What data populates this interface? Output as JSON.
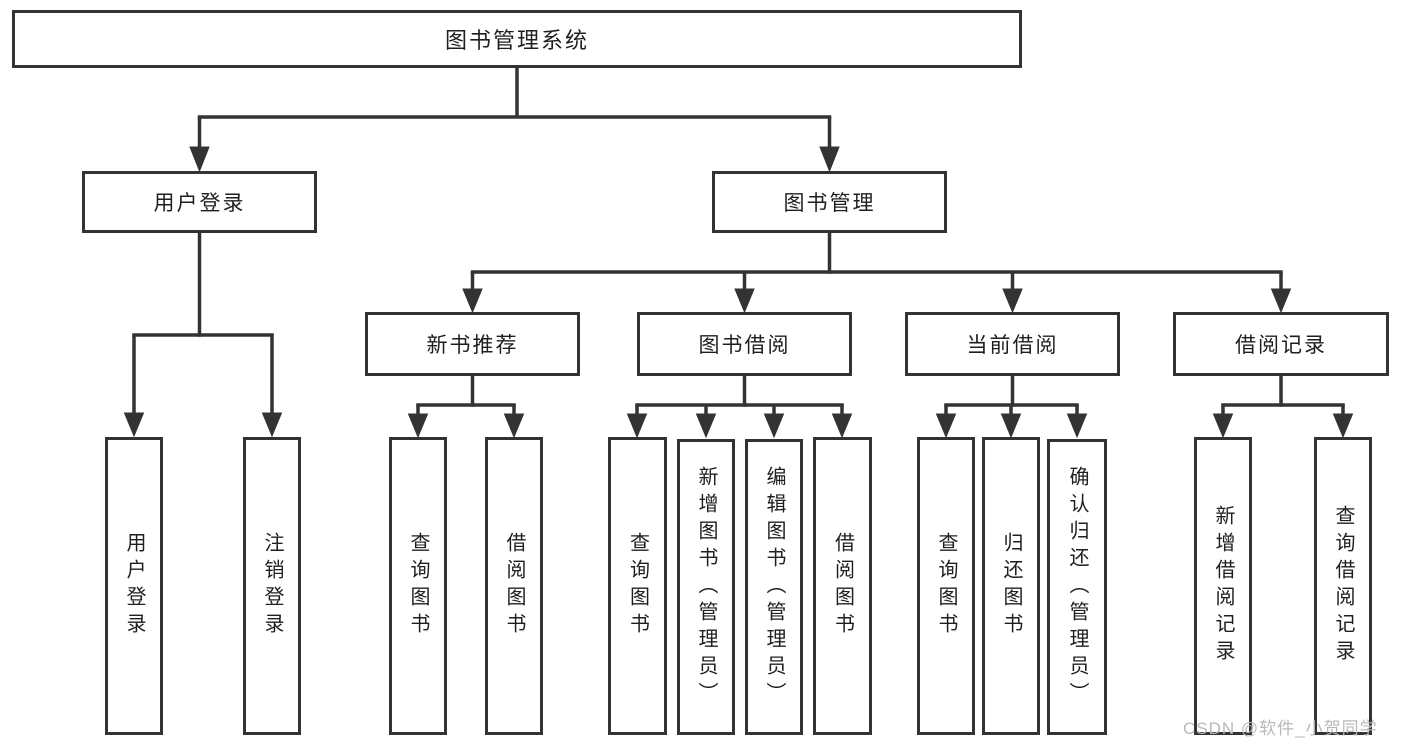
{
  "colors": {
    "line": "#333333",
    "box_border": "#333333",
    "box_fill": "#ffffff",
    "text": "#1f1f1f",
    "background": "#ffffff",
    "watermark_text_color": "#b9b9b9"
  },
  "watermark": {
    "text": "CSDN @软件_小贺同学"
  },
  "tree": {
    "root": {
      "label": "图书管理系统"
    },
    "branches": [
      {
        "label": "用户登录",
        "children": [
          {
            "label": "用户登录"
          },
          {
            "label": "注销登录"
          }
        ]
      },
      {
        "label": "图书管理",
        "children": [
          {
            "label": "新书推荐",
            "children": [
              {
                "label": "查询图书"
              },
              {
                "label": "借阅图书"
              }
            ]
          },
          {
            "label": "图书借阅",
            "children": [
              {
                "label": "查询图书"
              },
              {
                "label": "新增图书（管理员）"
              },
              {
                "label": "编辑图书（管理员）"
              },
              {
                "label": "借阅图书"
              }
            ]
          },
          {
            "label": "当前借阅",
            "children": [
              {
                "label": "查询图书"
              },
              {
                "label": "归还图书"
              },
              {
                "label": "确认归还（管理员）"
              }
            ]
          },
          {
            "label": "借阅记录",
            "children": [
              {
                "label": "新增借阅记录"
              },
              {
                "label": "查询借阅记录"
              }
            ]
          }
        ]
      }
    ]
  }
}
